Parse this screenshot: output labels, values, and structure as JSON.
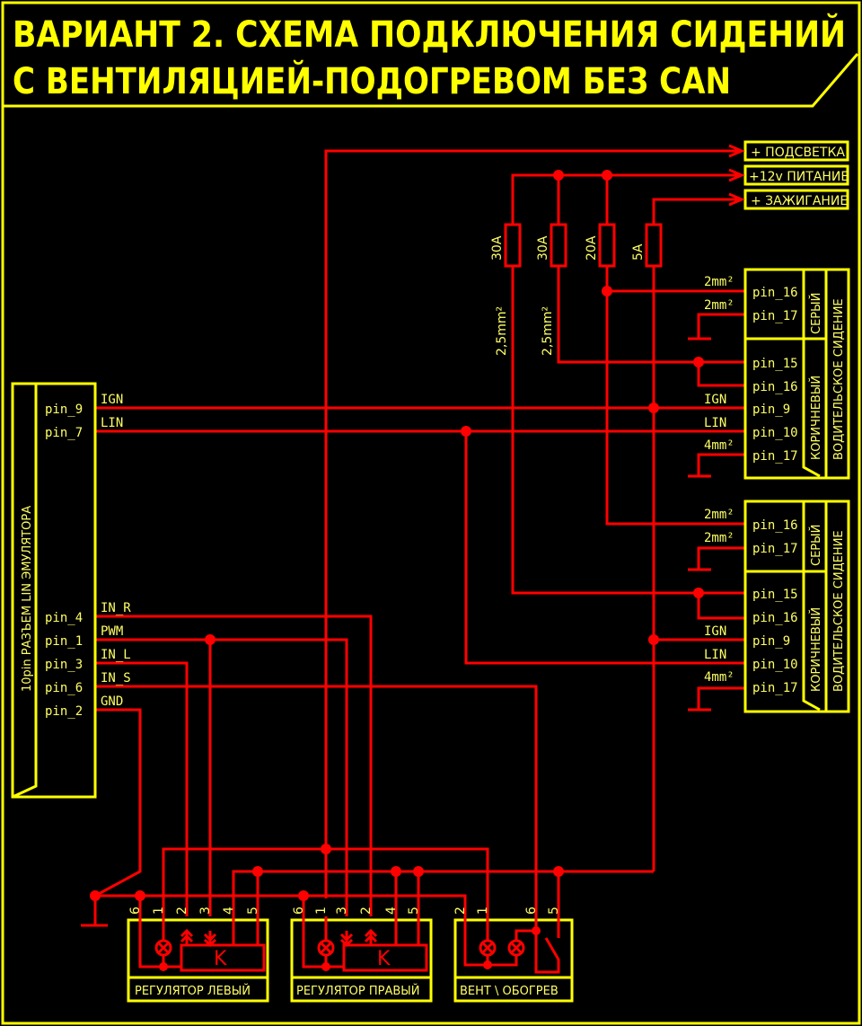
{
  "title": {
    "line1": "ВАРИАНТ 2. СХЕМА  ПОДКЛЮЧЕНИЯ  СИДЕНИЙ",
    "line2": "С ВЕНТИЛЯЦИЕЙ-ПОДОГРЕВОМ БЕЗ CAN"
  },
  "outputs": [
    "+ ПОДСВЕТКА",
    "+12v ПИТАНИЕ",
    "+ ЗАЖИГАНИЕ"
  ],
  "fuses": [
    "30A",
    "30A",
    "20A",
    "5A"
  ],
  "wire_gauges": {
    "fuse1": "2,5mm²",
    "fuse2": "2,5mm²",
    "g2a": "2mm²",
    "g2b": "2mm²",
    "g4": "4mm²"
  },
  "emulator": {
    "label": "10pin РАЗЪЕМ LIN ЭМУЛЯТОРА",
    "pins": [
      {
        "pin": "pin_9",
        "signal": "IGN"
      },
      {
        "pin": "pin_7",
        "signal": "LIN"
      },
      {
        "pin": "pin_4",
        "signal": "IN_R"
      },
      {
        "pin": "pin_1",
        "signal": "PWM"
      },
      {
        "pin": "pin_3",
        "signal": "IN_L"
      },
      {
        "pin": "pin_6",
        "signal": "IN_S"
      },
      {
        "pin": "pin_2",
        "signal": "GND"
      }
    ]
  },
  "seats": [
    {
      "label": "ВОДИТЕЛЬСКОЕ СИДЕНИЕ",
      "grey": {
        "label": "СЕРЫЙ",
        "pins": [
          "pin_16",
          "pin_17"
        ]
      },
      "brown": {
        "label": "КОРИЧНЕВЫЙ",
        "pins": [
          "pin_15",
          "pin_16",
          "pin_9",
          "pin_10",
          "pin_17"
        ]
      },
      "wire_labels": [
        "2mm²",
        "2mm²",
        "",
        "",
        "IGN",
        "LIN",
        "4mm²"
      ]
    },
    {
      "label": "ВОДИТЕЛЬСКОЕ СИДЕНИЕ",
      "grey": {
        "label": "СЕРЫЙ",
        "pins": [
          "pin_16",
          "pin_17"
        ]
      },
      "brown": {
        "label": "КОРИЧНЕВЫЙ",
        "pins": [
          "pin_15",
          "pin_16",
          "pin_9",
          "pin_10",
          "pin_17"
        ]
      },
      "wire_labels": [
        "2mm²",
        "2mm²",
        "",
        "",
        "IGN",
        "LIN",
        "4mm²"
      ]
    }
  ],
  "regulators": [
    {
      "label": "РЕГУЛЯТОР ЛЕВЫЙ",
      "pins": [
        "6",
        "1",
        "2",
        "3",
        "4",
        "5"
      ],
      "relay": "K"
    },
    {
      "label": "РЕГУЛЯТОР ПРАВЫЙ",
      "pins": [
        "6",
        "1",
        "3",
        "2",
        "4",
        "5"
      ],
      "relay": "K"
    },
    {
      "label": "ВЕНТ \\ ОБОГРЕВ",
      "pins": [
        "2",
        "1",
        "6",
        "5"
      ]
    }
  ]
}
